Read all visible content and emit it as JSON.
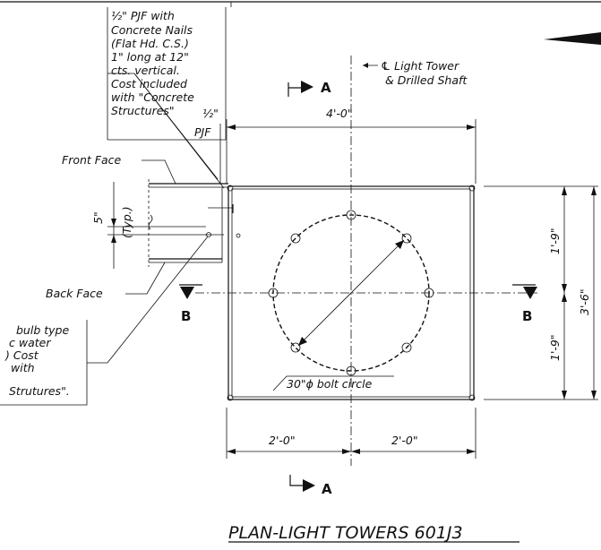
{
  "notes": {
    "pjf_note": [
      "½\" PJF with",
      "Concrete Nails",
      "(Flat Hd. C.S.)",
      "1\" long at 12\"",
      "cts. vertical.",
      "Cost included",
      "with \"Concrete",
      "Structures\""
    ],
    "waterstop_note": [
      "bulb type",
      "c water",
      ") Cost",
      "with",
      "Strutures\"."
    ]
  },
  "labels": {
    "centerline": [
      "℄ Light Tower",
      "& Drilled Shaft"
    ],
    "pjf": [
      "½\"",
      "PJF"
    ],
    "front_face": "Front Face",
    "back_face": "Back Face",
    "typ_spacing": "5\"",
    "typ": "(Typ.)",
    "bolt_circle": "30\"ϕ bolt circle"
  },
  "dimensions": {
    "top_width": "4'-0\"",
    "bottom_left": "2'-0\"",
    "bottom_right": "2'-0\"",
    "right_upper": "1'-9\"",
    "right_lower": "1'-9\"",
    "right_total": "3'-6\""
  },
  "section_markers": {
    "a_top": "A",
    "a_bottom": "A",
    "b_left": "B",
    "b_right": "B"
  },
  "title": "PLAN-LIGHT TOWERS 601J3"
}
